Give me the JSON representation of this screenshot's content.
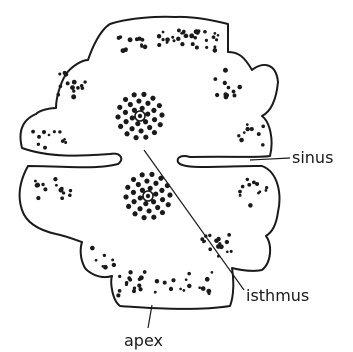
{
  "labels": {
    "sinus": "sinus",
    "isthmus": "isthmus",
    "apex": "apex"
  },
  "colors": {
    "ink": "#1a1a1a",
    "background": "#ffffff"
  }
}
